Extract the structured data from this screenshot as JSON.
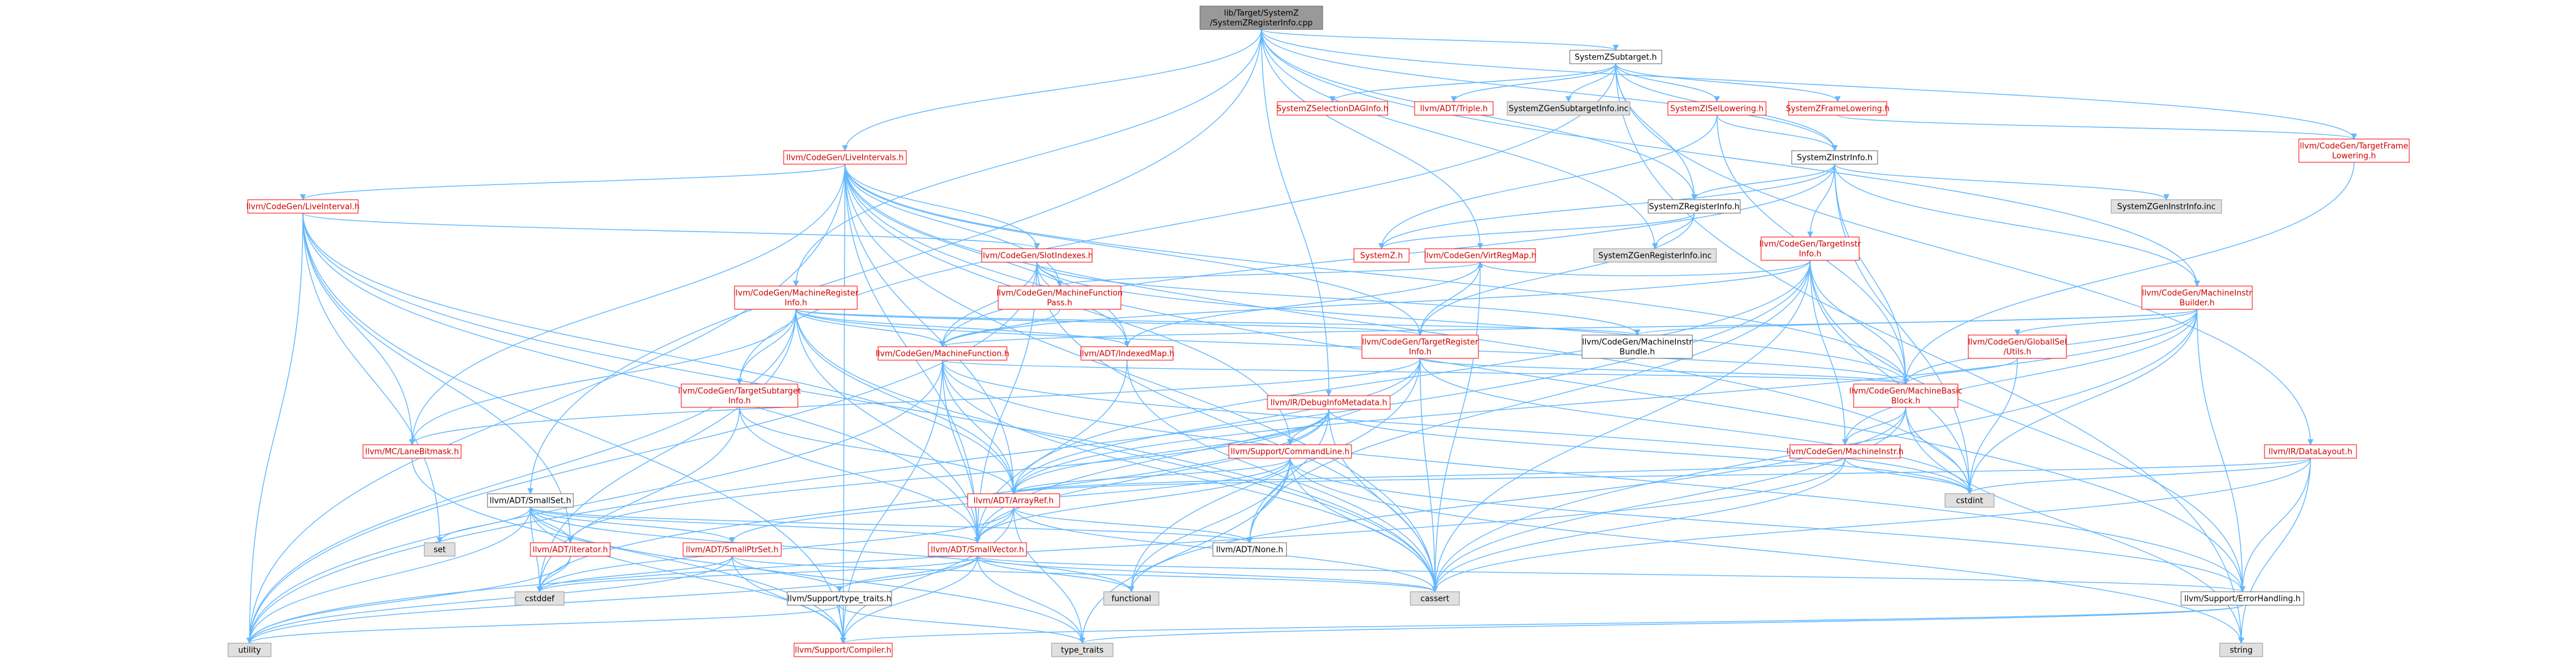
{
  "colors": {
    "root_fill": "#999999",
    "normal_fill": "#ffffff",
    "normal_stroke": "#ff0000",
    "external_fill": "#e0e0e0",
    "external_stroke": "#999999",
    "leaf_stroke": "#666666",
    "edge": "#63b8ff",
    "text": "#000000",
    "red_text": "#cc0000"
  },
  "nodes": {
    "root": [
      "lib/Target/SystemZ",
      "/SystemZRegisterInfo.cpp"
    ],
    "systemz_subtarget": [
      "SystemZSubtarget.h"
    ],
    "live_intervals": [
      "llvm/CodeGen/LiveIntervals.h"
    ],
    "selection_dag_info": [
      "SystemZSelectionDAGInfo.h"
    ],
    "adt_triple": [
      "llvm/ADT/Triple.h"
    ],
    "gen_subtarget_info": [
      "SystemZGenSubtargetInfo.inc"
    ],
    "isel_lowering": [
      "SystemZISelLowering.h"
    ],
    "frame_lowering": [
      "SystemZFrameLowering.h"
    ],
    "target_frame_lowering": [
      "llvm/CodeGen/TargetFrame",
      "Lowering.h"
    ],
    "instr_info": [
      "SystemZInstrInfo.h"
    ],
    "register_info": [
      "SystemZRegisterInfo.h"
    ],
    "gen_instr_info": [
      "SystemZGenInstrInfo.inc"
    ],
    "target_instr_info": [
      "llvm/CodeGen/TargetInstr",
      "Info.h"
    ],
    "live_interval": [
      "llvm/CodeGen/LiveInterval.h"
    ],
    "slot_indexes": [
      "llvm/CodeGen/SlotIndexes.h"
    ],
    "systemz_h": [
      "SystemZ.h"
    ],
    "virt_reg_map": [
      "llvm/CodeGen/VirtRegMap.h"
    ],
    "gen_register_info": [
      "SystemZGenRegisterInfo.inc"
    ],
    "machine_register_info": [
      "llvm/CodeGen/MachineRegister",
      "Info.h"
    ],
    "machine_function_pass": [
      "llvm/CodeGen/MachineFunction",
      "Pass.h"
    ],
    "machine_instr_builder": [
      "llvm/CodeGen/MachineInstr",
      "Builder.h"
    ],
    "globalisel_utils": [
      "llvm/CodeGen/GlobalISel",
      "/Utils.h"
    ],
    "machine_function": [
      "llvm/CodeGen/MachineFunction.h"
    ],
    "indexed_map": [
      "llvm/ADT/IndexedMap.h"
    ],
    "target_register_info": [
      "llvm/CodeGen/TargetRegister",
      "Info.h"
    ],
    "machine_instr_bundle": [
      "llvm/CodeGen/MachineInstr",
      "Bundle.h"
    ],
    "machine_basic_block": [
      "llvm/CodeGen/MachineBasic",
      "Block.h"
    ],
    "target_subtarget_info": [
      "llvm/CodeGen/TargetSubtarget",
      "Info.h"
    ],
    "debug_info_metadata": [
      "llvm/IR/DebugInfoMetadata.h"
    ],
    "lane_bitmask": [
      "llvm/MC/LaneBitmask.h"
    ],
    "command_line": [
      "llvm/Support/CommandLine.h"
    ],
    "machine_instr": [
      "llvm/CodeGen/MachineInstr.h"
    ],
    "data_layout": [
      "llvm/IR/DataLayout.h"
    ],
    "small_set": [
      "llvm/ADT/SmallSet.h"
    ],
    "array_ref": [
      "llvm/ADT/ArrayRef.h"
    ],
    "cstdint": [
      "cstdint"
    ],
    "set": [
      "set"
    ],
    "iterator": [
      "llvm/ADT/iterator.h"
    ],
    "small_ptr_set": [
      "llvm/ADT/SmallPtrSet.h"
    ],
    "small_vector": [
      "llvm/ADT/SmallVector.h"
    ],
    "none": [
      "llvm/ADT/None.h"
    ],
    "cstddef": [
      "cstddef"
    ],
    "functional": [
      "functional"
    ],
    "type_traits_support": [
      "llvm/Support/type_traits.h"
    ],
    "cassert": [
      "cassert"
    ],
    "error_handling": [
      "llvm/Support/ErrorHandling.h"
    ],
    "utility": [
      "utility"
    ],
    "compiler": [
      "llvm/Support/Compiler.h"
    ],
    "type_traits": [
      "type_traits"
    ],
    "string": [
      "string"
    ]
  }
}
